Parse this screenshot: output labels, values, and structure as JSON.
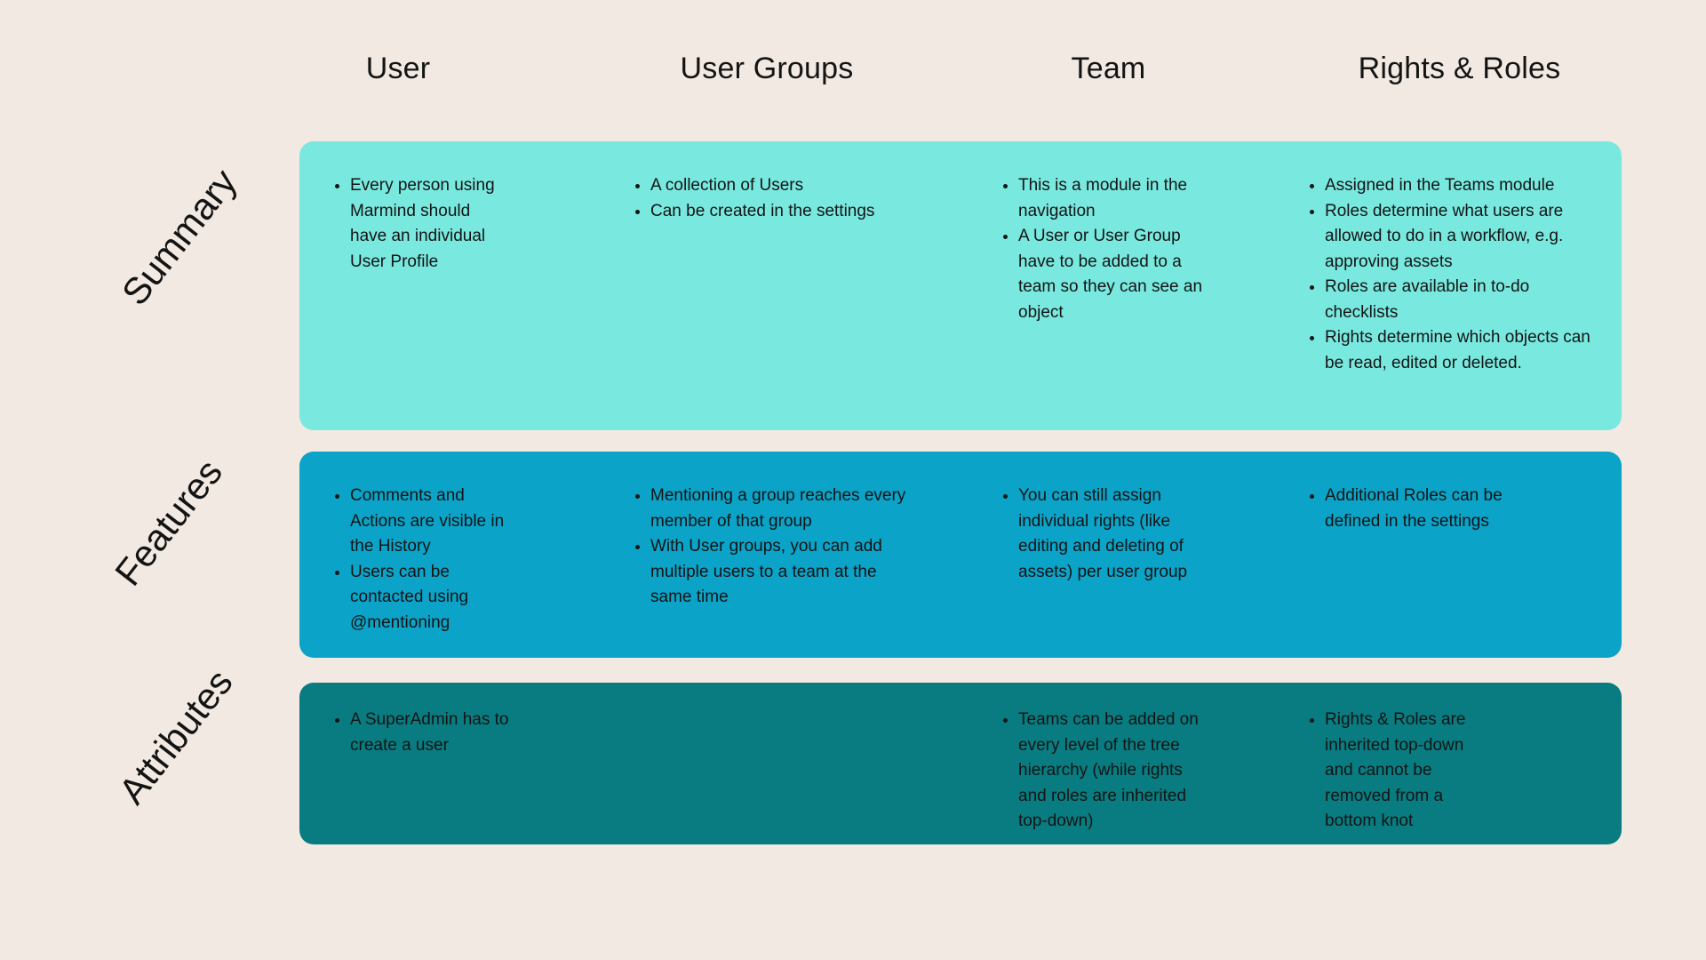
{
  "canvas": {
    "background": "#f2eae2",
    "text_color": "#141414"
  },
  "columns": [
    "User",
    "User Groups",
    "Team",
    "Rights & Roles"
  ],
  "rows": [
    {
      "label": "Summary",
      "color": "#79e9e0",
      "cells": [
        [
          "Every person using Marmind should have an individual User Profile"
        ],
        [
          "A collection of Users",
          "Can be created in the settings"
        ],
        [
          "This is a module in the navigation",
          "A User or User Group have to be added to a team so they can see an object"
        ],
        [
          "Assigned in the Teams module",
          "Roles determine what users are allowed to do in a workflow, e.g. approving assets",
          "Roles are available in to-do checklists",
          "Rights determine which objects can be read, edited or deleted."
        ]
      ]
    },
    {
      "label": "Features",
      "color": "#0ba3c8",
      "cells": [
        [
          "Comments and Actions are visible in the History",
          "Users can be contacted using @mentioning"
        ],
        [
          "Mentioning a group reaches every member of that group",
          "With User groups, you can add multiple users to a team at the same time"
        ],
        [
          "You can still assign individual rights (like editing and deleting of assets) per user group"
        ],
        [
          "Additional Roles can be defined in the settings"
        ]
      ]
    },
    {
      "label": "Attributes",
      "color": "#087c80",
      "cells": [
        [
          "A SuperAdmin has to create a user"
        ],
        [],
        [
          "Teams can be added on every level of the tree hierarchy (while rights and roles are inherited top-down)"
        ],
        [
          "Rights & Roles are inherited top-down and cannot be removed from a bottom knot"
        ]
      ]
    }
  ]
}
